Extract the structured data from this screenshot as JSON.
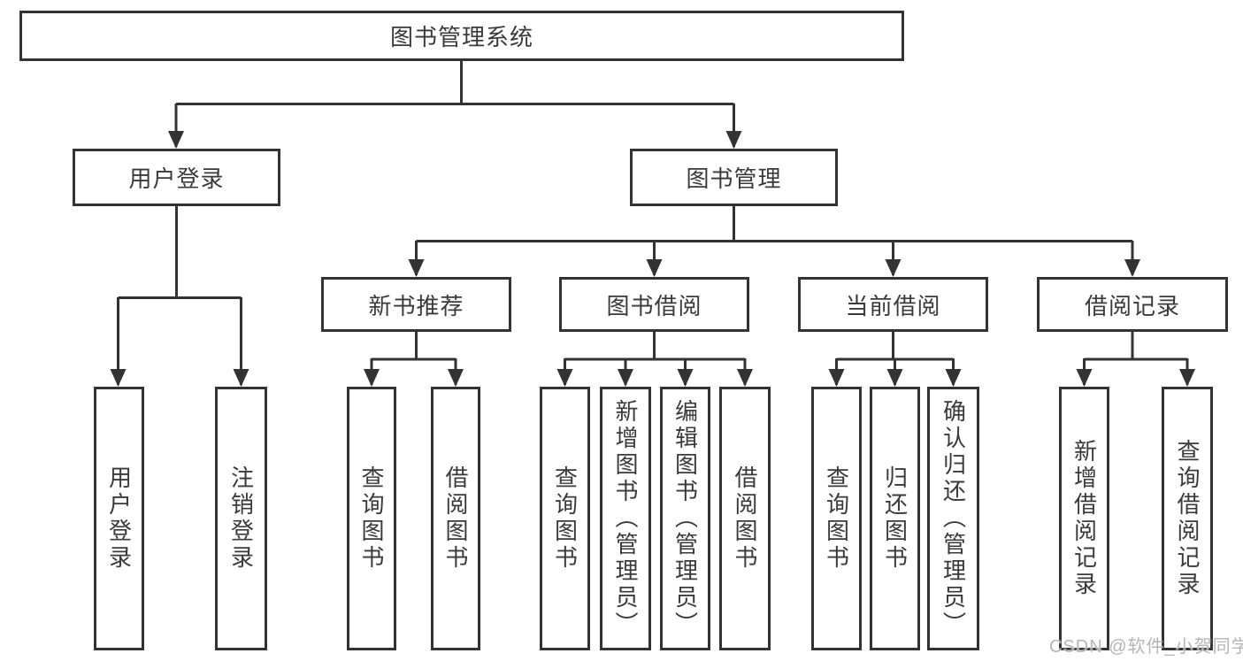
{
  "colors": {
    "line": "#333333",
    "box_border": "#333333",
    "text": "#3a3a3a",
    "background": "#ffffff",
    "watermark": "#b5b5b5"
  },
  "tree": {
    "root": "图书管理系统",
    "children": [
      {
        "label": "用户登录",
        "children": [
          "用户登录",
          "注销登录"
        ]
      },
      {
        "label": "图书管理",
        "children": [
          {
            "label": "新书推荐",
            "children": [
              "查询图书",
              "借阅图书"
            ]
          },
          {
            "label": "图书借阅",
            "children": [
              "查询图书",
              "新增图书（管理员）",
              "编辑图书（管理员）",
              "借阅图书"
            ]
          },
          {
            "label": "当前借阅",
            "children": [
              "查询图书",
              "归还图书",
              "确认归还（管理员）"
            ]
          },
          {
            "label": "借阅记录",
            "children": [
              "新增借阅记录",
              "查询借阅记录"
            ]
          }
        ]
      }
    ]
  },
  "watermark": {
    "text": "CSDN @软件_小贺同学"
  }
}
